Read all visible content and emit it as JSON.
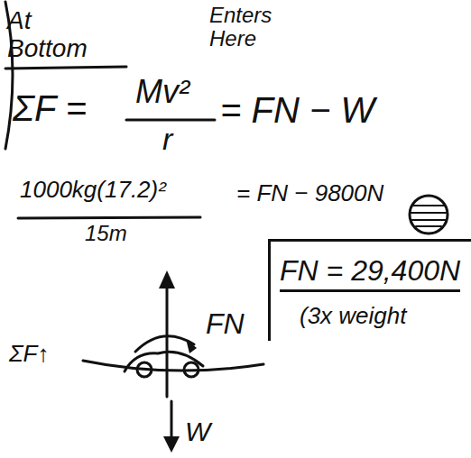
{
  "diagram": {
    "nodes": [
      {
        "text": [
          "FN = 29,400N",
          "(3x weight"
        ]
      }
    ],
    "labels": [
      "At Bottom",
      "Enters Here",
      "ΣF =",
      "Mv²",
      "r",
      "= FN − W",
      "1000kg(17.2)²",
      "15m",
      "= FN − 9800N",
      "ΣF↑",
      "FN",
      "W"
    ]
  }
}
